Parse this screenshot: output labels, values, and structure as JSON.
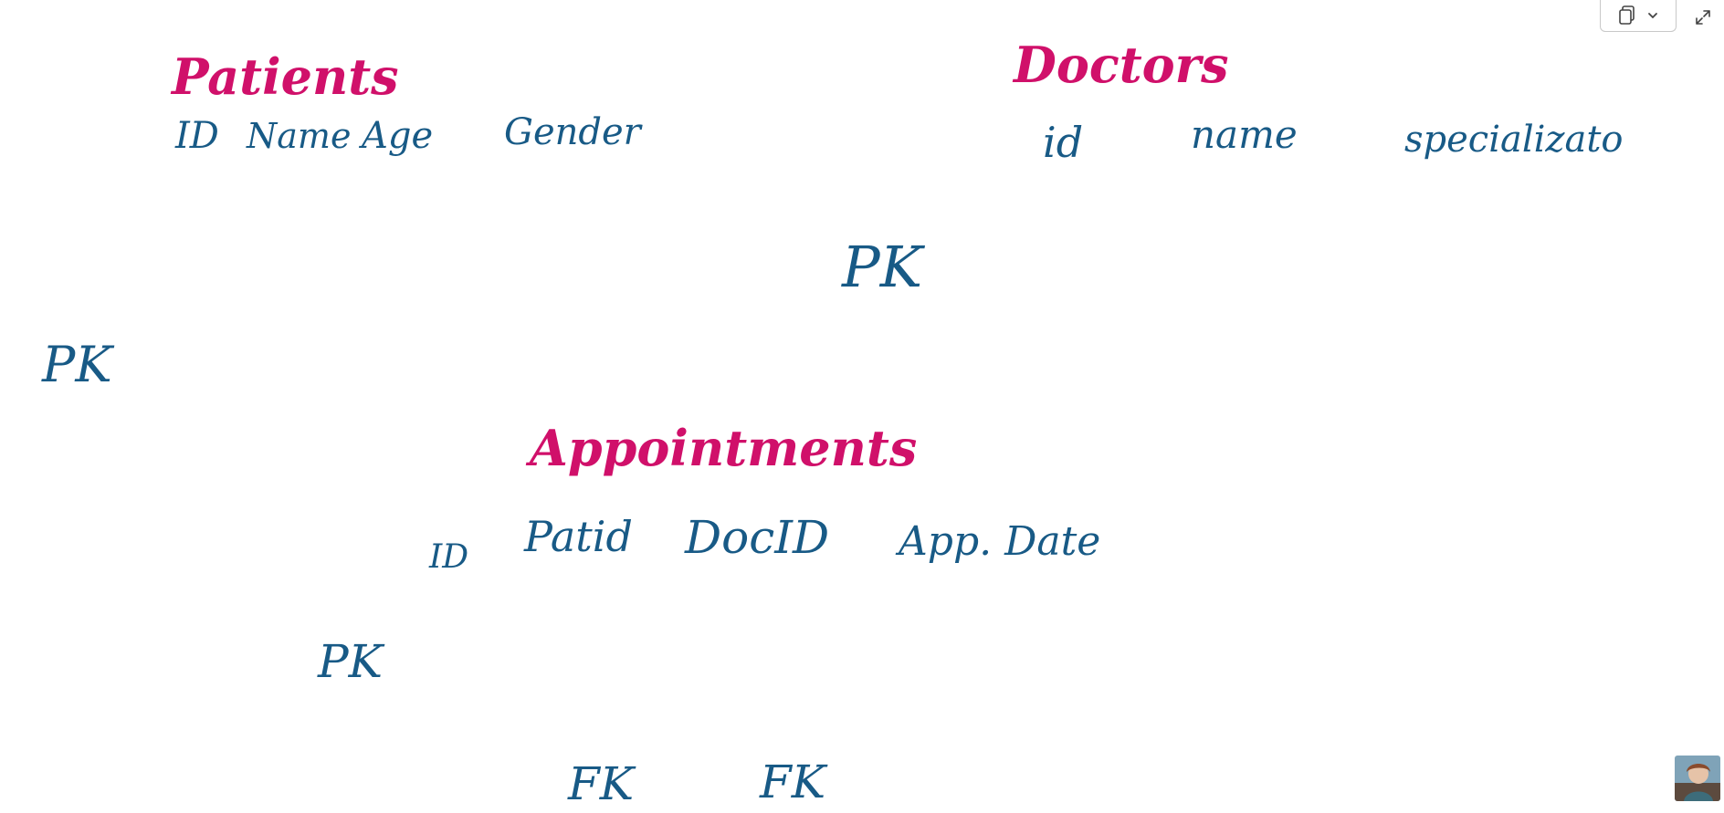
{
  "colors": {
    "ink": "#185a86",
    "title": "#d0106a",
    "toolbar_border": "#c8c8c8"
  },
  "tables": [
    {
      "title": "Patients",
      "columns": [
        "ID",
        "Name",
        "Age",
        "Gender"
      ]
    },
    {
      "title": "Doctors",
      "columns": [
        "id",
        "name",
        "specializato"
      ]
    },
    {
      "title": "Appointments",
      "columns": [
        "ID",
        "Patid",
        "DocID",
        "App. Date"
      ]
    }
  ],
  "key_labels": {
    "patients_pk": "PK",
    "doctors_pk": "PK",
    "appointments_pk": "PK",
    "patid_fk": "FK",
    "docid_fk": "FK"
  },
  "toolbar": {
    "copy_icon": "copy-icon",
    "dropdown_icon": "chevron-down-icon",
    "expand_icon": "expand-icon"
  },
  "avatar": {
    "icon": "user-avatar"
  }
}
